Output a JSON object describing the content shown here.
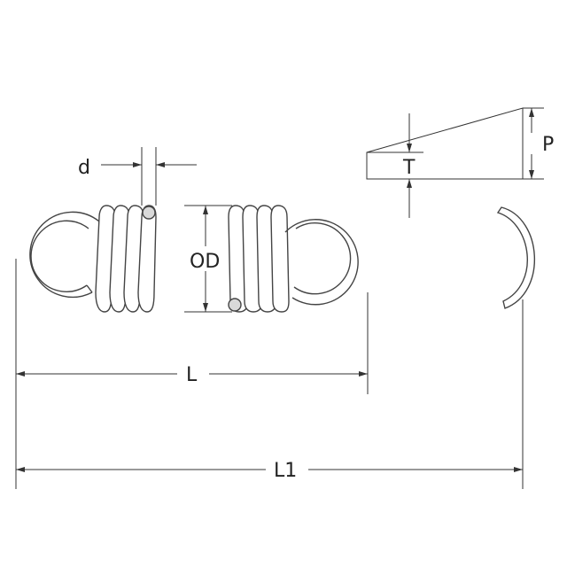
{
  "labels": {
    "d": "d",
    "od": "OD",
    "l": "L",
    "l1": "L1",
    "t": "T",
    "p": "P"
  },
  "colors": {
    "line": "#333333",
    "wire_end": "#d9d9d9"
  }
}
